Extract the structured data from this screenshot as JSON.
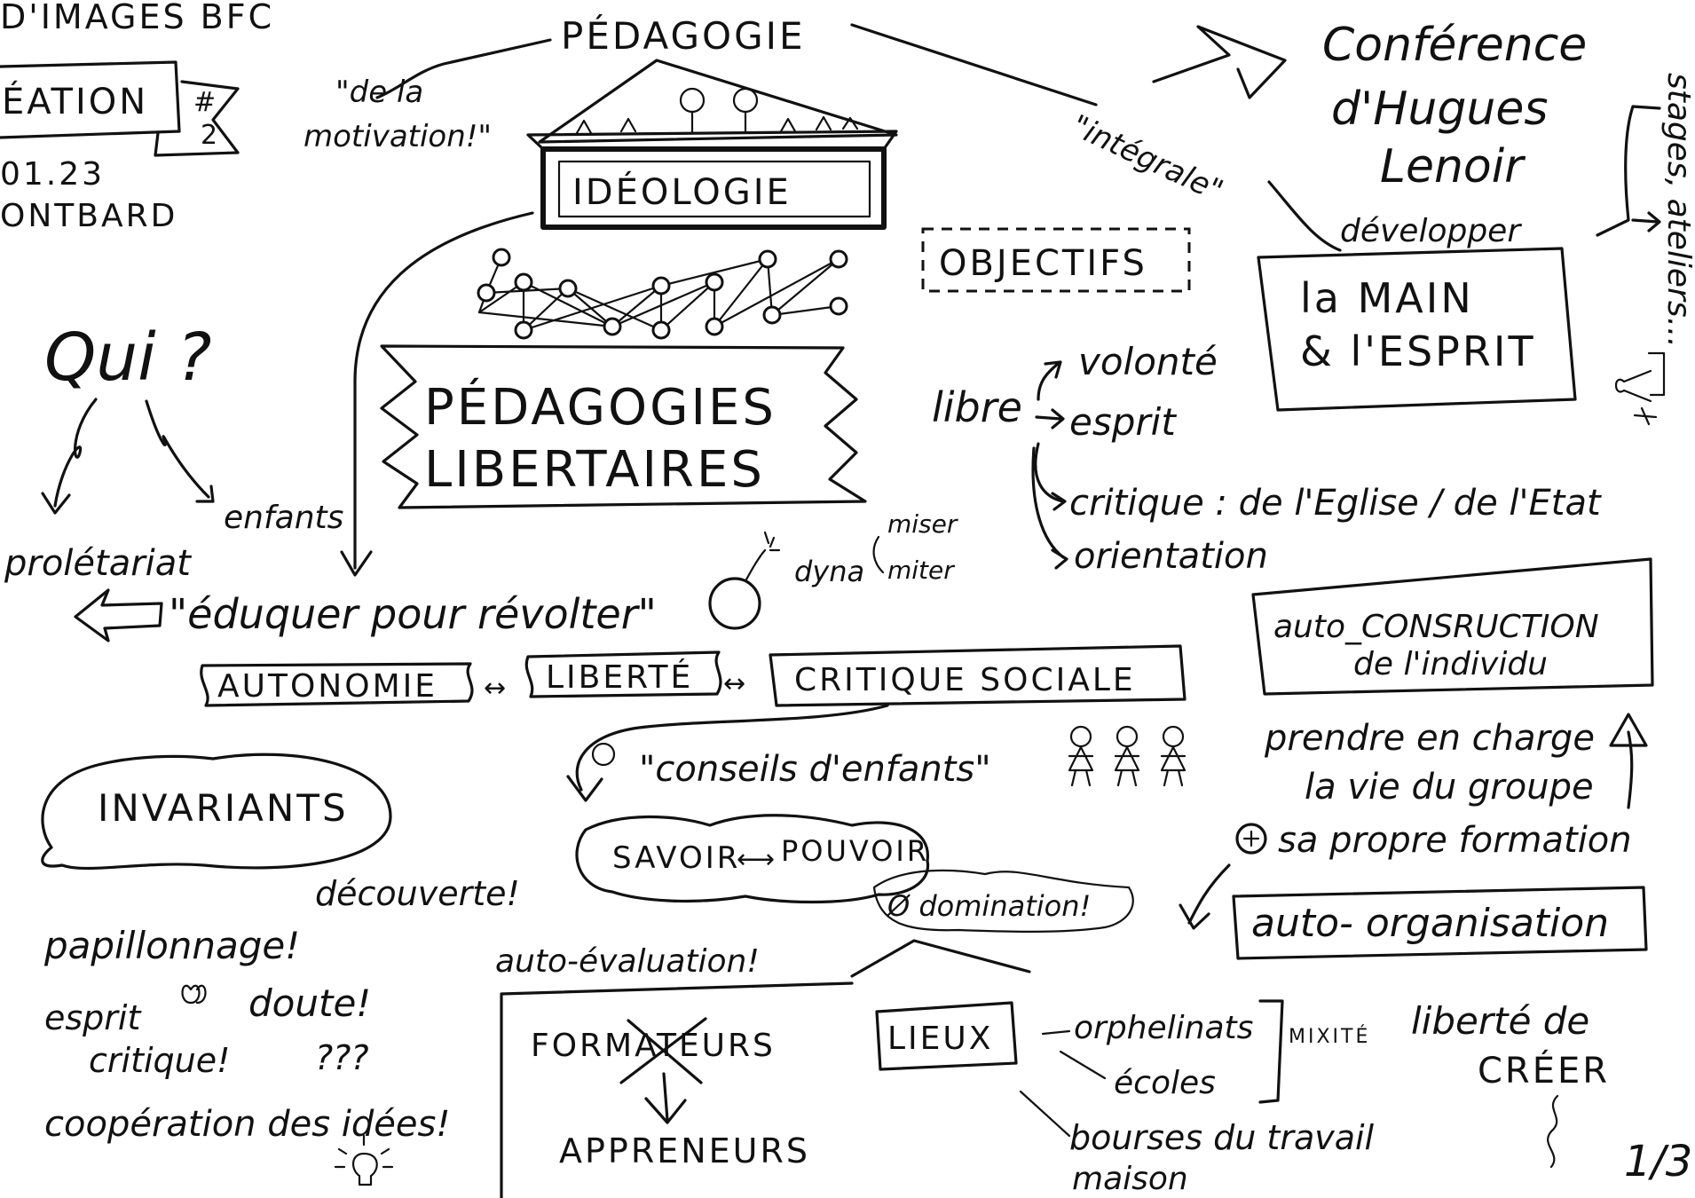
{
  "header": {
    "event_line": "D'IMAGES BFC",
    "creation_label": "ÉATION",
    "hash_number": "#\n2",
    "date": "01.23",
    "town": "ONTBARD"
  },
  "center": {
    "pedagogie": "PÉDAGOGIE",
    "ideologie": "IDÉOLOGIE",
    "title_line1": "PÉDAGOGIES",
    "title_line2": "LIBERTAIRES",
    "motivation_line1": "\"de la",
    "motivation_line2": "motivation!\""
  },
  "top_right": {
    "integrale": "\"intégrale\"",
    "conference_line1": "Conférence",
    "conference_line2": "d'Hugues",
    "conference_line3": "Lenoir",
    "developper": "développer",
    "main_line1": "la MAIN",
    "main_line2": "& l'ESPRIT",
    "side_text": "stages, ateliers..."
  },
  "objectifs": {
    "title": "OBJECTIFS",
    "libre": "libre",
    "volonte": "volonté",
    "esprit": "esprit",
    "critique": "critique : de l'Eglise / de l'Etat",
    "orientation": "orientation"
  },
  "qui": {
    "question": "Qui ?",
    "enfants": "enfants",
    "proletariat": "prolétariat",
    "eduquer": "\"éduquer pour révolter\"",
    "dynamiter_line1": "dyna",
    "dynamiter_line2": "miser",
    "dynamiter_line3": "miter"
  },
  "values": {
    "autonomie": "AUTONOMIE",
    "liberte": "LIBERTÉ",
    "critique_sociale": "CRITIQUE SOCIALE"
  },
  "right": {
    "auto_construction_line1": "auto_CONSRUCTION",
    "auto_construction_line2": "de l'individu",
    "prendre_line1": "prendre en charge",
    "prendre_line2": "la vie du groupe",
    "formation": "sa propre formation",
    "auto_organisation": "auto- organisation"
  },
  "middle": {
    "conseils": "\"conseils d'enfants\"",
    "savoir": "SAVOIR",
    "pouvoir": "POUVOIR",
    "domination": "Ø domination!",
    "auto_evaluation": "auto-évaluation!"
  },
  "invariants": {
    "title": "INVARIANTS",
    "decouverte": "découverte!",
    "papillonnage": "papillonnage!",
    "doute": "doute!",
    "esprit_critique_line1": "esprit",
    "esprit_critique_line2": "critique!",
    "question_marks": "???",
    "cooperation": "coopération des idées!"
  },
  "bottom": {
    "formateurs": "FORMATEURS",
    "appreneurs": "APPRENEURS",
    "lieux": "LIEUX",
    "orphelinats": "orphelinats",
    "ecoles": "écoles",
    "bourses": "bourses du travail",
    "maison": "maison",
    "mixite": "MIXITÉ",
    "liberte_creer_line1": "liberté de",
    "liberte_creer_line2": "CRÉER",
    "page_number": "1/3"
  }
}
